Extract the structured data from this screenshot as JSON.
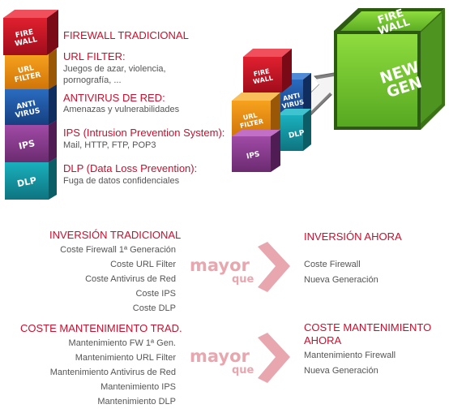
{
  "colors": {
    "red": "#c8102e",
    "orange": "#f29111",
    "blue": "#1f5aa6",
    "purple": "#8a3c8f",
    "teal": "#1597a4",
    "green": "#6fc12e",
    "pink": "#e8a7ae",
    "text_gray": "#555555"
  },
  "stack": {
    "firewall": "FIRE\nWALL",
    "urlfilter": "URL\nFILTER",
    "antivirus": "ANTI\nVIRUS",
    "ips": "IPS",
    "dlp": "DLP"
  },
  "features": [
    {
      "title": "FIREWALL TRADICIONAL",
      "desc": []
    },
    {
      "title": "URL FILTER:",
      "desc": [
        "Juegos de azar, violencia,",
        "pornografía, ..."
      ]
    },
    {
      "title": "ANTIVIRUS DE RED:",
      "desc": [
        "Amenazas y vulnerabilidades"
      ]
    },
    {
      "title": "IPS (Intrusion Prevention System):",
      "desc": [
        "Mail, HTTP, FTP, POP3"
      ]
    },
    {
      "title": "DLP (Data Loss Prevention):",
      "desc": [
        "Fuga de datos confidenciales"
      ]
    }
  ],
  "big_cube": {
    "top_line1": "FIRE",
    "top_line2": "WALL",
    "front_line1": "NEW",
    "front_line2": "GEN"
  },
  "inversion": {
    "left_title": "INVERSIÓN TRADICIONAL",
    "left_items": [
      "Coste Firewall 1ª Generación",
      "Coste URL Filter",
      "Coste Antivirus de Red",
      "Coste IPS",
      "Coste DLP"
    ],
    "mayor": "mayor",
    "que": "que",
    "right_title": "INVERSIÓN AHORA",
    "right_items": [
      "Coste Firewall",
      "Nueva Generación"
    ]
  },
  "mantenimiento": {
    "left_title": "COSTE MANTENIMIENTO TRAD.",
    "left_items": [
      "Mantenimiento FW 1ª Gen.",
      "Mantenimiento URL Filter",
      "Mantenimiento Antivirus de Red",
      "Mantenimiento IPS",
      "Mantenimiento DLP"
    ],
    "mayor": "mayor",
    "que": "que",
    "right_title_line1": "COSTE MANTENIMIENTO",
    "right_title_line2": "AHORA",
    "right_items": [
      "Mantenimiento Firewall",
      "Nueva Generación"
    ]
  }
}
